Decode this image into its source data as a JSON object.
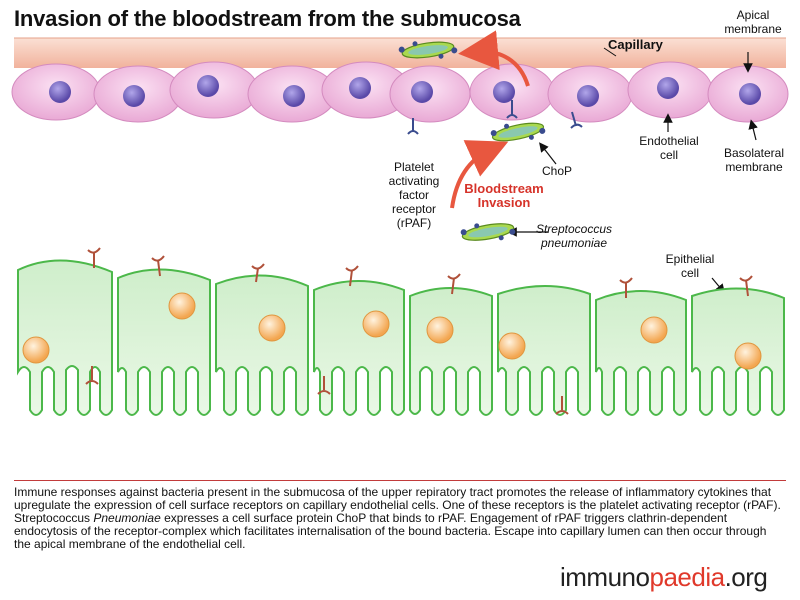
{
  "title": "Invasion of the bloodstream from the submucosa",
  "labels": {
    "capillary": "Capillary",
    "apical_membrane": [
      "Apical",
      "membrane"
    ],
    "platelet_receptor": [
      "Platelet",
      "activating",
      "factor",
      "receptor",
      "(rPAF)"
    ],
    "chop": "ChoP",
    "endothelial_cell": [
      "Endothelial",
      "cell"
    ],
    "basolateral_membrane": [
      "Basolateral",
      "membrane"
    ],
    "bloodstream_invasion": [
      "Bloodstream",
      "Invasion"
    ],
    "streptococcus": [
      "Streptococcus",
      "pneumoniae"
    ],
    "epithelial_cell": [
      "Epithelial",
      "cell"
    ]
  },
  "caption_parts": [
    "Immune responses against bacteria present in the submucosa of the upper repiratory tract promotes the release of inflammatory cytokines that upregulate the expression of cell surface receptors on capillary endothelial cells. One of these receptors is the platelet activating receptor (rPAF). Streptococcus ",
    "Pneumoniae",
    " expresses a cell surface protein ChoP that binds to rPAF. Engagement of rPAF triggers clathrin-dependent endocytosis of the receptor-complex which facilitates internalisation of the bound bacteria. Escape into capillary lumen can then occur through the apical membrane of the endothelial cell."
  ],
  "logo": {
    "prefix": "immuno",
    "accent": "paedia",
    "suffix": ".org"
  },
  "colors": {
    "capillary_band": "#f6c9b8",
    "endothelial_cell": "#f3c6e6",
    "nucleus_purple": "#7b6bc4",
    "epithelial_cell": "#d9f2d3",
    "epithelial_outline": "#4cb84a",
    "nucleus_orange": "#f5b26b",
    "arrow_red": "#e8573f",
    "bacteria_green": "#a9d94f",
    "receptor_blue": "#3a4c8e",
    "receptor_red": "#b0513a"
  }
}
